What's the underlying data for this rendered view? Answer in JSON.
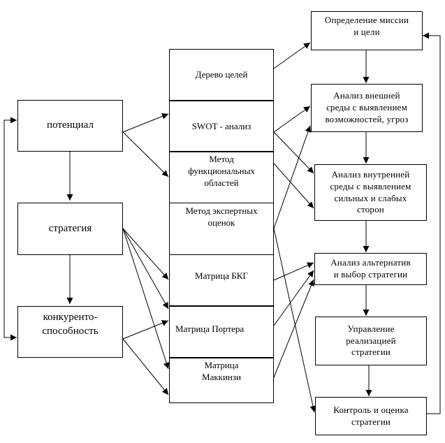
{
  "left": {
    "potential": "потенциал",
    "strategy": "стратегия",
    "competitiveness_l1": "конкуренто-",
    "competitiveness_l2": "способность"
  },
  "methods": [
    {
      "lines": [
        "Дерево целей"
      ]
    },
    {
      "lines": [
        "SWOT - анализ"
      ]
    },
    {
      "lines": [
        "Метод",
        "функциональных",
        "областей"
      ]
    },
    {
      "lines": [
        "Метод экспертных",
        "оценок"
      ]
    },
    {
      "lines": [
        "Матрица БКГ"
      ]
    },
    {
      "lines": [
        "Матрица Портера"
      ]
    },
    {
      "lines": [
        "Матрица",
        "Маккинзи"
      ]
    }
  ],
  "steps": [
    {
      "lines": [
        "Определение миссии",
        "и цели"
      ]
    },
    {
      "lines": [
        "Анализ внешней",
        "среды с выявлением",
        "возможностей, угроз"
      ]
    },
    {
      "lines": [
        "Анализ внутренней",
        "среды с выявлением",
        "сильных и слабых",
        "сторон"
      ]
    },
    {
      "lines": [
        "Анализ альтернатив",
        "и выбор стратегии"
      ]
    },
    {
      "lines": [
        "Управление",
        "реализацией",
        "стратегии"
      ]
    },
    {
      "lines": [
        "Контроль и оценка",
        "стратегии"
      ]
    }
  ]
}
